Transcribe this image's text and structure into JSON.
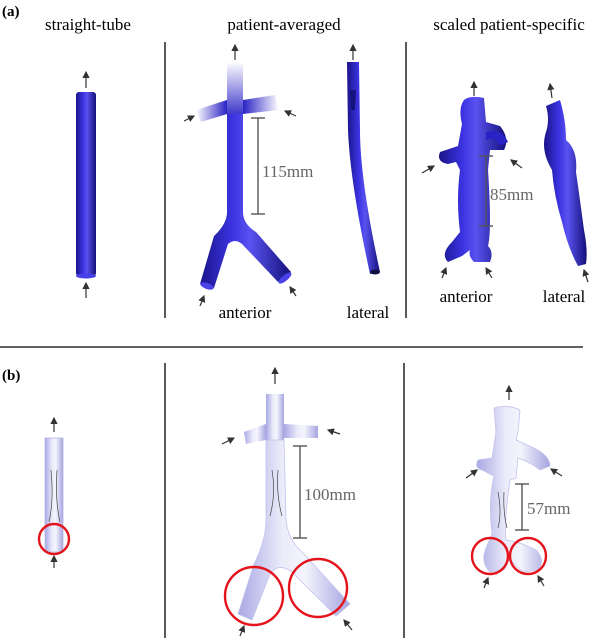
{
  "panel_a": {
    "label": "(a)",
    "columns": {
      "straight_tube": "straight-tube",
      "patient_averaged": "patient-averaged",
      "patient_specific": "scaled patient-specific"
    },
    "dimensions": {
      "averaged": "115mm",
      "specific": "85mm"
    },
    "view_labels": {
      "averaged_anterior": "anterior",
      "averaged_lateral": "lateral",
      "specific_anterior": "anterior",
      "specific_lateral": "lateral"
    }
  },
  "panel_b": {
    "label": "(b)",
    "dimensions": {
      "averaged": "100mm",
      "specific": "57mm"
    }
  },
  "colors": {
    "vessel_solid": "#2a22c4",
    "vessel_translucent": "#c9c9ee",
    "highlight_circle": "#e3141c"
  }
}
